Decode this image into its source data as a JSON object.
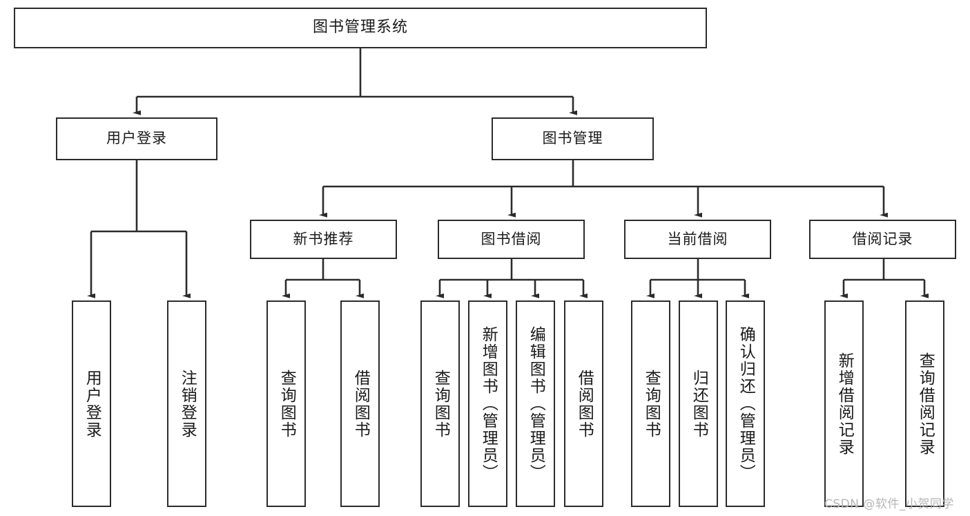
{
  "diagram": {
    "title": "图书管理系统",
    "watermark": "CSDN @软件_小贺同学",
    "colors": {
      "stroke": "#2b2b2b",
      "background": "#ffffff",
      "text": "#1a1a1a",
      "watermark": "#b6b6b6"
    },
    "levels": {
      "root": {
        "label": "图书管理系统"
      },
      "level2": [
        {
          "label": "用户登录"
        },
        {
          "label": "图书管理"
        }
      ],
      "level3": [
        {
          "label": "新书推荐"
        },
        {
          "label": "图书借阅"
        },
        {
          "label": "当前借阅"
        },
        {
          "label": "借阅记录"
        }
      ],
      "leaves": {
        "user_login": [
          {
            "label": "用户登录"
          },
          {
            "label": "注销登录"
          }
        ],
        "new_book": [
          {
            "label": "查询图书"
          },
          {
            "label": "借阅图书"
          }
        ],
        "book_borrow": [
          {
            "label": "查询图书"
          },
          {
            "label": "新增图书（管理员）"
          },
          {
            "label": "编辑图书（管理员）"
          },
          {
            "label": "借阅图书"
          }
        ],
        "current_borrow": [
          {
            "label": "查询图书"
          },
          {
            "label": "归还图书"
          },
          {
            "label": "确认归还（管理员）"
          }
        ],
        "borrow_record": [
          {
            "label": "新增借阅记录"
          },
          {
            "label": "查询借阅记录"
          }
        ]
      }
    }
  }
}
